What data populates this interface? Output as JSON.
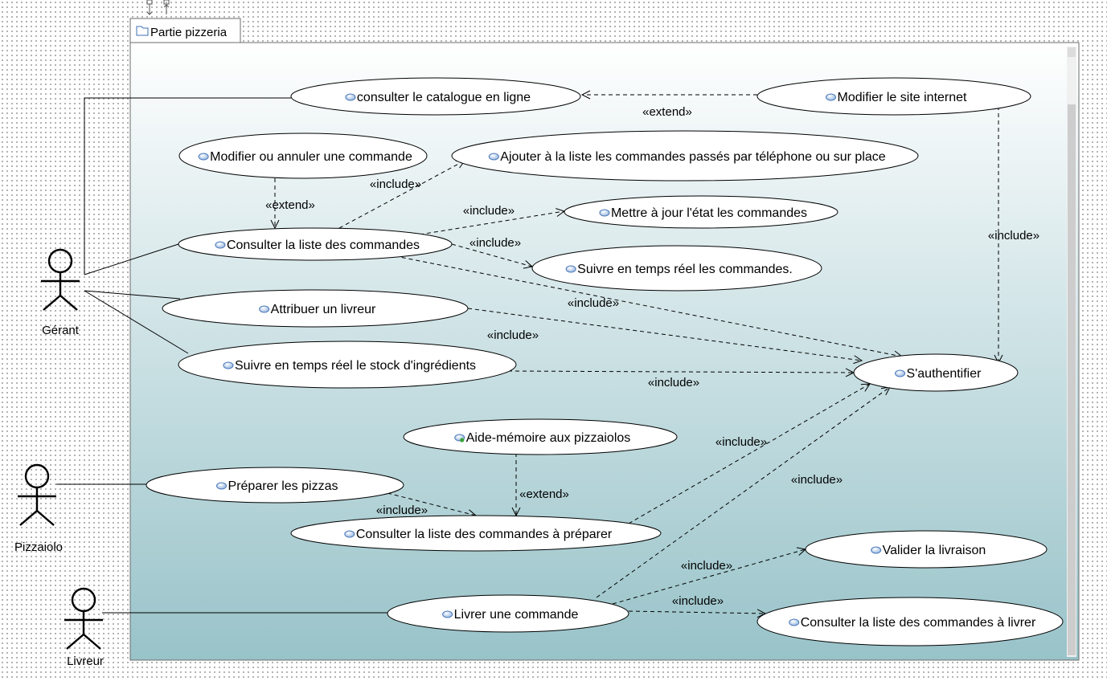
{
  "package": {
    "title": "Partie pizzeria"
  },
  "actors": [
    {
      "id": "gerant",
      "label": "Gérant"
    },
    {
      "id": "pizzaiolo",
      "label": "Pizzaiolo"
    },
    {
      "id": "livreur",
      "label": "Livreur"
    }
  ],
  "use_cases": [
    {
      "id": "catalogue",
      "label": "consulter le catalogue en ligne"
    },
    {
      "id": "site",
      "label": "Modifier le site internet"
    },
    {
      "id": "modifier",
      "label": "Modifier ou annuler une commande"
    },
    {
      "id": "ajouter",
      "label": "Ajouter à la liste les commandes passés par téléphone ou sur place"
    },
    {
      "id": "maj",
      "label": "Mettre à jour l'état les commandes"
    },
    {
      "id": "consulter",
      "label": "Consulter la liste des commandes"
    },
    {
      "id": "suivre",
      "label": "Suivre en temps réel les commandes."
    },
    {
      "id": "attribuer",
      "label": "Attribuer un livreur"
    },
    {
      "id": "stock",
      "label": "Suivre en temps réel le stock d'ingrédients"
    },
    {
      "id": "auth",
      "label": "S'authentifier"
    },
    {
      "id": "aide",
      "label": "Aide-mémoire aux pizzaiolos"
    },
    {
      "id": "preparer",
      "label": "Préparer les pizzas"
    },
    {
      "id": "consulter_prep",
      "label": "Consulter la liste des commandes à préparer"
    },
    {
      "id": "valider",
      "label": "Valider la livraison"
    },
    {
      "id": "livrer",
      "label": "Livrer une commande"
    },
    {
      "id": "consulter_livrer",
      "label": "Consulter la liste des commandes à livrer"
    }
  ],
  "associations": [
    {
      "actor": "gerant",
      "use_case": "catalogue"
    },
    {
      "actor": "gerant",
      "use_case": "consulter"
    },
    {
      "actor": "gerant",
      "use_case": "attribuer"
    },
    {
      "actor": "gerant",
      "use_case": "stock"
    },
    {
      "actor": "pizzaiolo",
      "use_case": "preparer"
    },
    {
      "actor": "livreur",
      "use_case": "livrer"
    }
  ],
  "relations": [
    {
      "from": "site",
      "to": "catalogue",
      "label": "«extend»"
    },
    {
      "from": "site",
      "to": "auth",
      "label": "«include»"
    },
    {
      "from": "modifier",
      "to": "consulter",
      "label": "«extend»"
    },
    {
      "from": "consulter",
      "to": "ajouter",
      "label": "«include»"
    },
    {
      "from": "consulter",
      "to": "maj",
      "label": "«include»"
    },
    {
      "from": "consulter",
      "to": "suivre",
      "label": "«include»"
    },
    {
      "from": "consulter",
      "to": "auth",
      "label": "«include»"
    },
    {
      "from": "attribuer",
      "to": "auth",
      "label": "«include»"
    },
    {
      "from": "stock",
      "to": "auth",
      "label": "«include»"
    },
    {
      "from": "aide",
      "to": "consulter_prep",
      "label": "«extend»"
    },
    {
      "from": "preparer",
      "to": "consulter_prep",
      "label": "«include»"
    },
    {
      "from": "consulter_prep",
      "to": "auth",
      "label": "«include»"
    },
    {
      "from": "livrer",
      "to": "auth",
      "label": "«include»"
    },
    {
      "from": "livrer",
      "to": "valider",
      "label": "«include»"
    },
    {
      "from": "livrer",
      "to": "consulter_livrer",
      "label": "«include»"
    }
  ]
}
